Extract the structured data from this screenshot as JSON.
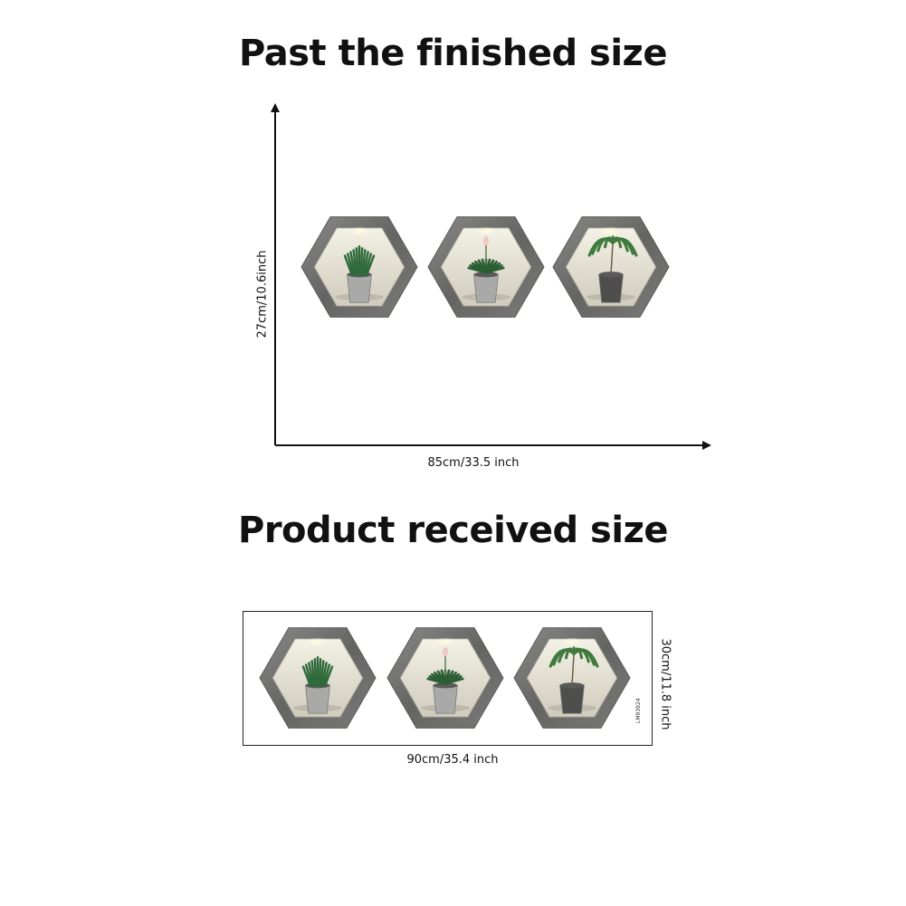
{
  "finished": {
    "title": "Past the finished size",
    "width_label": "85cm/33.5 inch",
    "height_label": "27cm/10.6inch"
  },
  "received": {
    "title": "Product received size",
    "width_label": "90cm/35.4 inch",
    "height_label": "30cm/11.8 inch",
    "product_code": "LM93924"
  },
  "plants": [
    "rosemary-plant",
    "flowering-succulent-plant",
    "palm-plant"
  ],
  "colors": {
    "stone_frame": "#6f6f6f",
    "niche_wall": "#e6e2d4",
    "leaf_green": "#2f6a3a",
    "pot_gray": "#a9aaa8",
    "text": "#111111"
  }
}
